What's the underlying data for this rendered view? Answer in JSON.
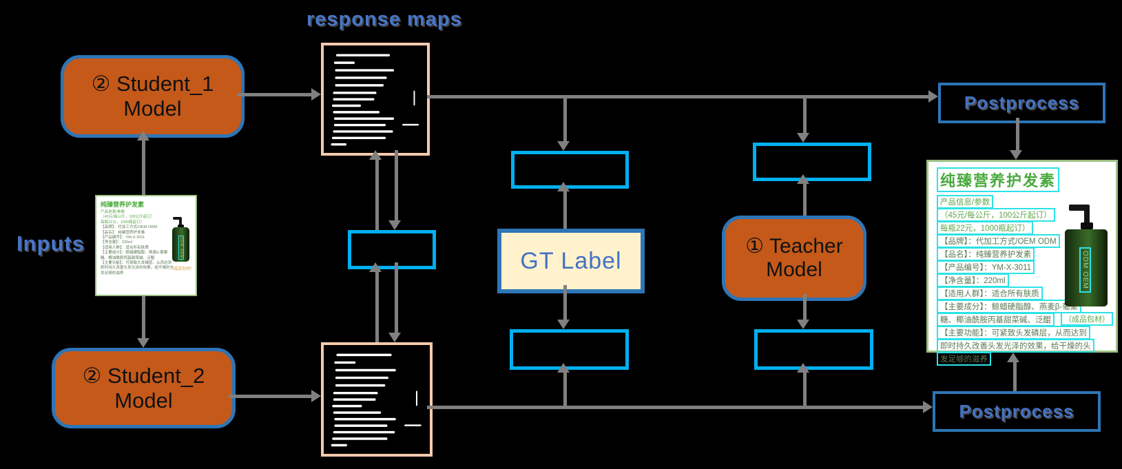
{
  "labels": {
    "response_maps": "response maps",
    "inputs": "Inputs"
  },
  "nodes": {
    "student1": "② Student_1\nModel",
    "student2": "② Student_2\nModel",
    "teacher": "① Teacher\nModel",
    "gt": "GT Label",
    "postprocess_top": "Postprocess",
    "postprocess_bottom": "Postprocess"
  },
  "product_card": {
    "title": "纯臻营养护发素",
    "info_lines": [
      "产品信息/参数",
      "（45元/每公斤，100公斤起订）",
      "每瓶22元，1000瓶起订）",
      "【品牌】：代加工方式/OEM ODM",
      "【品名】：纯臻营养护发素",
      "【产品编号】：YM-X-3011",
      "【净含量】：220ml",
      "【适用人群】：适合所有肤质",
      "【主要成分】：鲸蜡硬脂醇、燕麦β-葡聚",
      "糖、椰油酰胺丙基甜菜碱、泛醌",
      "【主要功能】：可紧致头发磷层，从而达到",
      "即时持久改善头发光泽的效果，给干燥的头",
      "发足够的滋养"
    ],
    "bottle_text": "ODM OEM",
    "bottle_caption": "（成品包材）"
  },
  "colors": {
    "model_fill": "#C4591A",
    "model_border": "#2E75B6",
    "loss_box_border": "#00B0F0",
    "gt_fill": "#FFF2CC",
    "wordart_text": "#4472C4",
    "map_border": "#F8CBAD",
    "arrow_gray": "#808080",
    "card_border": "#9DC183",
    "card_title_green": "#48A93C",
    "highlight_cyan": "#2BE3E6"
  },
  "response_map_lines": {
    "rows": [
      [
        12,
        8,
        52
      ],
      [
        10,
        15,
        20
      ],
      [
        11,
        22,
        57
      ],
      [
        11,
        29,
        50
      ],
      [
        11,
        36,
        47
      ],
      [
        9,
        43,
        42
      ],
      [
        9,
        49,
        40
      ],
      [
        8,
        55,
        28
      ],
      [
        9,
        61,
        45
      ],
      [
        10,
        67,
        58
      ],
      [
        10,
        73,
        50
      ],
      [
        9,
        79,
        58
      ],
      [
        8,
        85,
        52
      ],
      [
        7,
        91,
        15
      ]
    ],
    "vertical": [
      87,
      42,
      14
    ],
    "short": [
      76,
      73,
      16
    ]
  }
}
